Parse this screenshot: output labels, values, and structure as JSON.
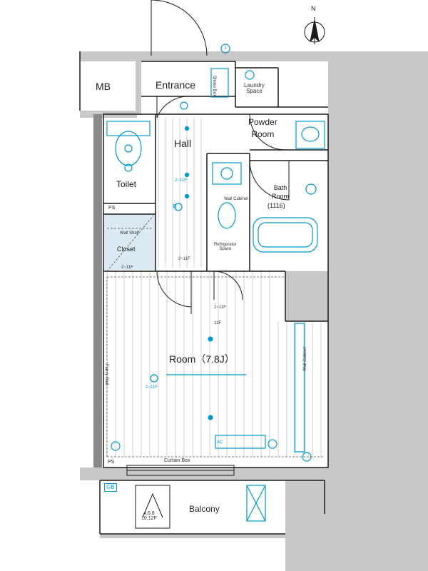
{
  "rooms": {
    "mb": "MB",
    "entrance": "Entrance",
    "laundry": "Laundry\nSpace",
    "powder": "Powder\nRoom",
    "hall": "Hall",
    "toilet": "Toilet",
    "bath": "Bath\nRoom",
    "bath_size": "(1116)",
    "closet": "Closet",
    "room": "Room（7.8J）",
    "balcony": "Balcony"
  },
  "fixtures": {
    "ps_top": "PS",
    "ps_bottom": "PS",
    "gb": "GB",
    "shoes_box": "Shoes Box",
    "wall_shelf": "Wall Shelf",
    "refrigerator_space": "Refrigerator\nSpace",
    "wall_cabinet": "Wall Cabinet",
    "wall_cabinet_room": "Wall Cabinet",
    "fancy_wall": "Fancy Wall",
    "curtain_box": "Curtain Box",
    "ac": "AC",
    "r_mark": "R",
    "circle_mark": "1",
    "fire_escape": "4,6,8\n10,12F"
  },
  "notes": {
    "hall_floor": "2~11F",
    "closet_floor": "2~11F",
    "fridge_floor": "2~11F",
    "room_floor_a": "2~11F",
    "room_floor_b": "12F",
    "room_floor_c": "2~11F"
  },
  "compass": "N",
  "colors": {
    "line": "#1a1a1a",
    "fixture": "#0099cc",
    "wall": "#c8c8c8",
    "closet": "#dbe9f2"
  }
}
